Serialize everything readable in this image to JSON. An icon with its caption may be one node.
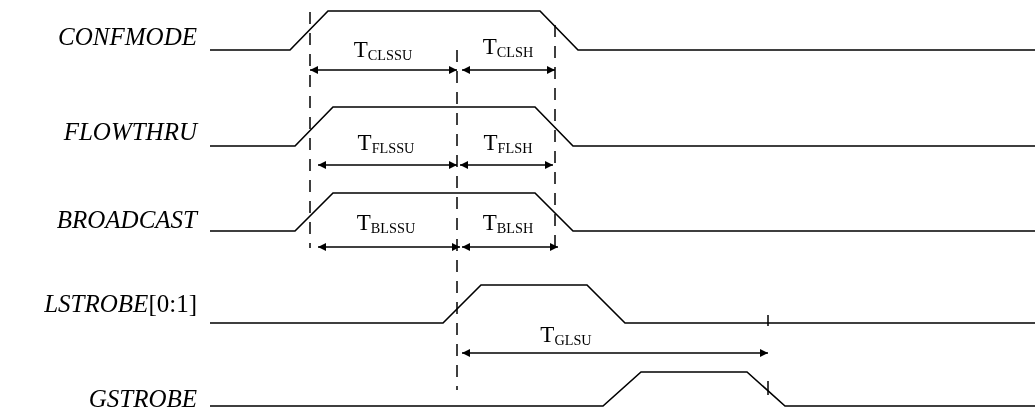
{
  "diagram": {
    "labels": [
      "CONFMODE",
      "T$_{CLSSU}$",
      "T$_{CLSH}$",
      "FLOWTHRU",
      "T$_{FLSSU}$",
      "T$_{FLSH}$",
      "BROADCAST",
      "T$_{BLSSU}$",
      "T$_{BLSH}$",
      "*LSTROBE*[0:1]",
      "T$_{GLSU}$",
      "GSTROBE"
    ]
  }
}
